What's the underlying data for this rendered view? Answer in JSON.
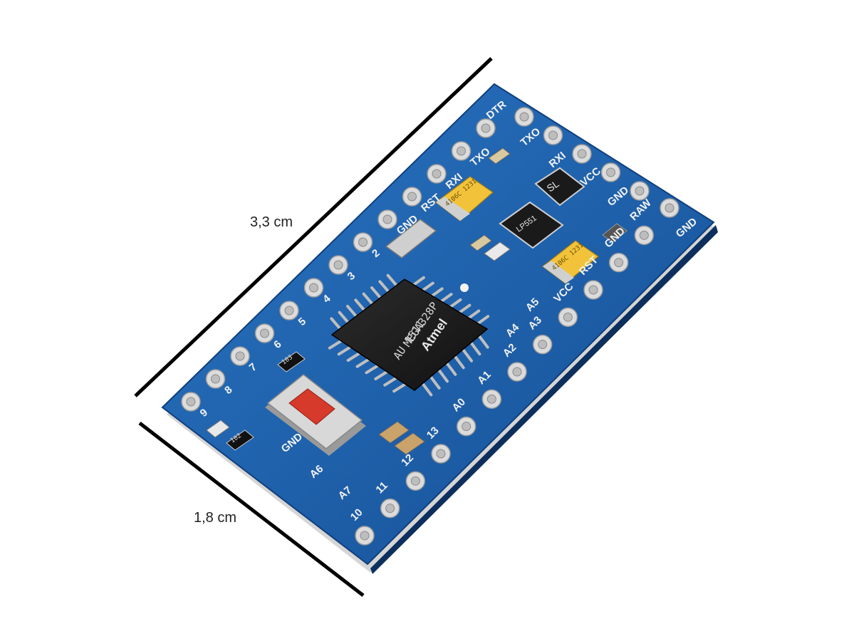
{
  "dimensions": {
    "length_label": "3,3 cm",
    "width_label": "1,8 cm"
  },
  "chip": {
    "logo": "Atmel",
    "model": "MEGA328P",
    "code": "AU 1511"
  },
  "pins": {
    "side_a": [
      "9",
      "8",
      "7",
      "6",
      "5",
      "4",
      "3",
      "2",
      "GND",
      "RST",
      "RXI",
      "TXO"
    ],
    "side_b": [
      "10",
      "11",
      "12",
      "13",
      "A0",
      "A1",
      "A2",
      "A3",
      "VCC",
      "RST",
      "GND",
      "RAW"
    ],
    "end_top": [
      "DTR",
      "TXO",
      "RXI",
      "VCC",
      "GND",
      "GND"
    ],
    "bottom_extra": [
      "A7",
      "A6",
      "GND"
    ],
    "inner": [
      "A4",
      "A5"
    ]
  },
  "components": {
    "regulator_top": "SL",
    "regulator_bottom": "LP551",
    "capacitor_code": "4106C 1231",
    "led_labels": [
      "102",
      "103"
    ]
  },
  "colors": {
    "background": "#ffffff",
    "pcb": "#1d5ea8",
    "pcb_dark": "#0f3f7d",
    "pad": "#d9d9d9",
    "chip": "#1b1b1b",
    "capacitor": "#f2c33a",
    "button_cap": "#d63a2a",
    "line": "#000000"
  }
}
